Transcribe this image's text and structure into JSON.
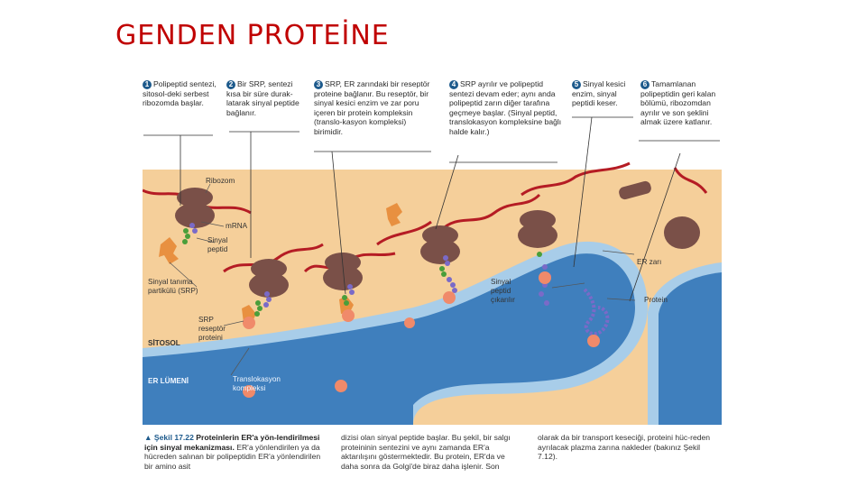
{
  "slide": {
    "title": "GENDEN PROTEİNE"
  },
  "steps": [
    {
      "num": "1",
      "text": "Polipeptid sentezi, sitosol-deki serbest ribozomda başlar."
    },
    {
      "num": "2",
      "text": "Bir SRP, sentezi kısa bir süre durak-latarak sinyal peptide bağlanır."
    },
    {
      "num": "3",
      "text": "SRP, ER zarındaki bir reseptör proteine bağlanır. Bu reseptör, bir sinyal kesici enzim ve zar poru içeren bir protein kompleksin (translo-kasyon kompleksi) birimidir."
    },
    {
      "num": "4",
      "text": "SRP ayrılır ve polipeptid sentezi devam eder; aynı anda polipeptid zarın diğer tarafına geçmeye başlar. (Sinyal peptid, translokasyon kompleksine bağlı halde kalır.)"
    },
    {
      "num": "5",
      "text": "Sinyal kesici enzim, sinyal peptidi keser."
    },
    {
      "num": "6",
      "text": "Tamamlanan polipeptidin geri kalan bölümü, ribozomdan ayrılır ve son şeklini almak üzere katlanır."
    }
  ],
  "labels": {
    "ribozom": "Ribozom",
    "mrna": "mRNA",
    "sinyal_peptid": "Sinyal peptid",
    "srp": "Sinyal tanıma partikülü (SRP)",
    "srp_reseptor": "SRP reseptör proteini",
    "sitosol": "SİTOSOL",
    "er_lumeni": "ER LÜMENİ",
    "translokasyon": "Translokasyon kompleksi",
    "sinyal_peptid_cikarildi": "Sinyal peptid çıkarılır",
    "er_zari": "ER zarı",
    "protein": "Protein"
  },
  "caption": {
    "fig_tag": "▲ Şekil 17.22",
    "fig_title": "Proteinlerin ER'a yön-lendirilmesi için sinyal mekanizması.",
    "col1_rest": "ER'a yönlendirilen ya da hücreden salınan bir polipeptidin ER'a yönlendirilen bir amino asit",
    "col2": "dizisi olan sinyal peptide başlar. Bu şekil, bir salgı proteininin sentezini ve aynı zamanda ER'a aktarılışını göstermektedir. Bu protein, ER'da ve daha sonra da Golgi'de biraz daha işlenir. Son",
    "col3": "olarak da bir transport keseciği, proteini hüc-reden ayrılacak plazma zarına nakleder (bakınız Şekil 7.12)."
  },
  "colors": {
    "title": "#c00000",
    "cytosol": "#f5cf9a",
    "er_lumen": "#3f7fbd",
    "er_membrane": "#a8cde9",
    "ribosome": "#7a5048",
    "mrna": "#b51c24",
    "srp": "#e89040",
    "peptide_green": "#4a9e3a",
    "peptide_purple": "#7a6ac8",
    "step_badge": "#1d5a8c"
  }
}
